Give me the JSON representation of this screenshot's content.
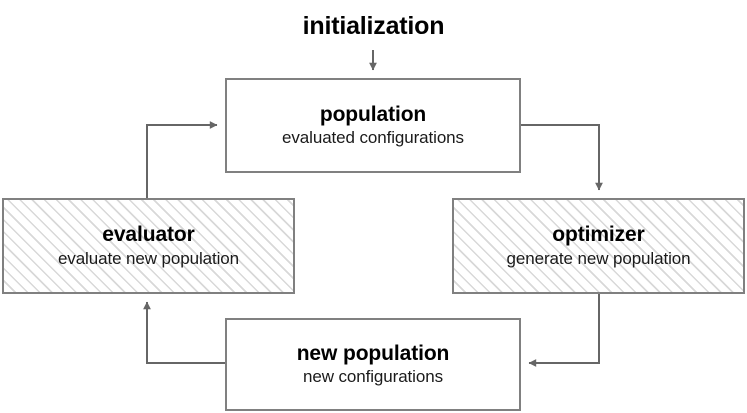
{
  "diagram": {
    "title": "initialization",
    "nodes": [
      {
        "id": "population",
        "title": "population",
        "subtitle": "evaluated configurations",
        "style": "plain"
      },
      {
        "id": "evaluator",
        "title": "evaluator",
        "subtitle": "evaluate new population",
        "style": "hatched"
      },
      {
        "id": "optimizer",
        "title": "optimizer",
        "subtitle": "generate new population",
        "style": "hatched"
      },
      {
        "id": "new-population",
        "title": "new population",
        "subtitle": "new configurations",
        "style": "plain"
      }
    ],
    "edges": [
      {
        "id": "init-to-population",
        "from": "initialization",
        "to": "population",
        "direction": "down"
      },
      {
        "id": "population-to-optimizer",
        "from": "population",
        "to": "optimizer",
        "direction": "down"
      },
      {
        "id": "optimizer-to-newpop",
        "from": "optimizer",
        "to": "new-population",
        "direction": "left"
      },
      {
        "id": "newpop-to-evaluator",
        "from": "new-population",
        "to": "evaluator",
        "direction": "up"
      },
      {
        "id": "evaluator-to-population",
        "from": "evaluator",
        "to": "population",
        "direction": "right"
      }
    ],
    "colors": {
      "border": "#808080",
      "connector": "#666666",
      "hatch": "#d8d8d8",
      "text": "#000000",
      "background": "#ffffff"
    }
  }
}
